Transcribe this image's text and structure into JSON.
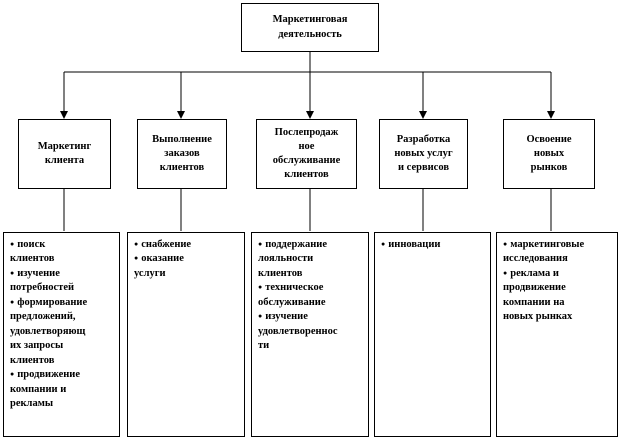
{
  "root": {
    "label": "Маркетинговая\nдеятельность"
  },
  "categories": [
    {
      "label": "Маркетинг\nклиента",
      "items": [
        "поиск\nклиентов",
        "изучение\nпотребностей",
        "формирование\nпредложений,\nудовлетворяющ\nих запросы\nклиентов",
        "продвижение\nкомпании и\nрекламы"
      ]
    },
    {
      "label": "Выполнение\nзаказов\nклиентов",
      "items": [
        "снабжение",
        "оказание\nуслуги"
      ]
    },
    {
      "label": "Послепродаж\nное\nобслуживание\nклиентов",
      "items": [
        "поддержание\nлояльности\nклиентов",
        "техническое\nобслуживание",
        "изучение\nудовлетвореннос\nти"
      ]
    },
    {
      "label": "Разработка\nновых услуг\nи сервисов",
      "items": [
        "инновации"
      ]
    },
    {
      "label": "Освоение\nновых\nрынков",
      "items": [
        "маркетинговые\nисследования",
        "реклама и\nпродвижение\nкомпании на\nновых рынках"
      ]
    }
  ]
}
